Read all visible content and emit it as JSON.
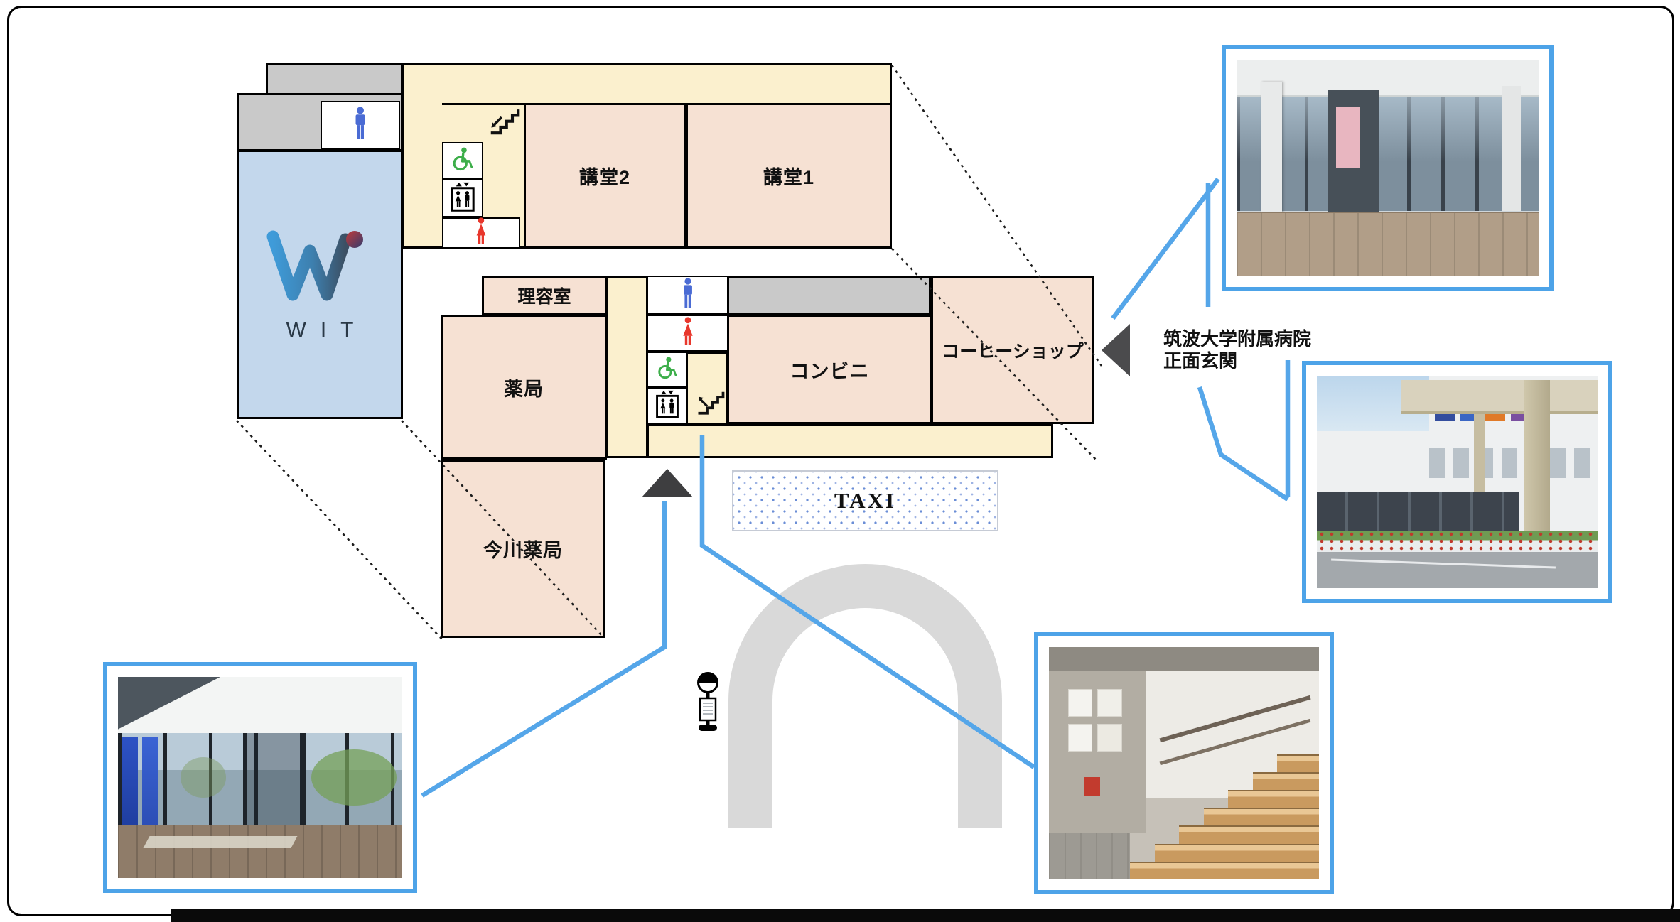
{
  "floor_map": {
    "wit_area": {
      "logo_text": "WIT"
    },
    "rooms": {
      "lecture_hall_2": "講堂2",
      "lecture_hall_1": "講堂1",
      "barber_room": "理容室",
      "pharmacy": "薬局",
      "imagawa_pharmacy": "今川薬局",
      "convenience_store": "コンビニ",
      "coffee_shop": "コーヒーショップ"
    },
    "taxi_stand_label": "TAXI",
    "hospital_annotation": {
      "line1": "筑波大学附属病院",
      "line2": "正面玄関"
    },
    "icons": [
      "mens-restroom-icon",
      "womens-restroom-icon",
      "wheelchair-accessible-icon",
      "elevator-icon",
      "stairs-down-icon",
      "stairs-up-icon",
      "bus-stop-icon",
      "entrance-arrow-up-icon",
      "direction-arrow-left-icon"
    ],
    "colors": {
      "room_fill": "#f6e1d3",
      "corridor_fill": "#fbf0ce",
      "wit_room_fill": "#c3d7ec",
      "gray_area_fill": "#c9c9c9",
      "road_gray": "#d9d9d9",
      "connector_blue": "#55a6e9",
      "photo_frame_blue": "#4da3e8",
      "taxi_dot_blue": "#6b8ed6",
      "male_icon_blue": "#4a6bd4",
      "female_icon_red": "#e8372c",
      "wheelchair_green": "#3dae4a"
    }
  }
}
